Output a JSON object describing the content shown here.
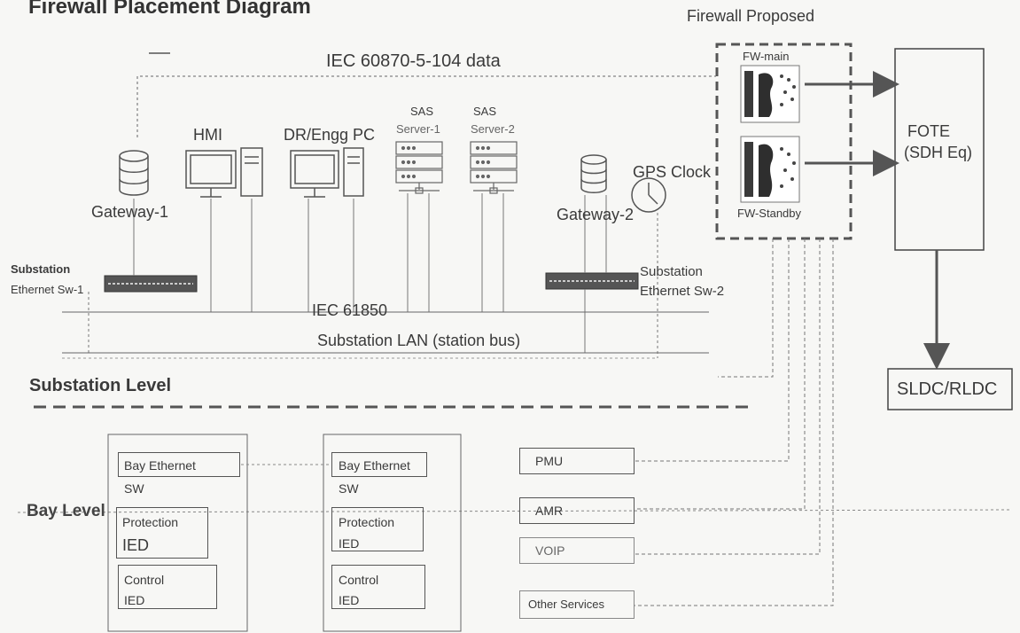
{
  "title": "Firewall Placement Diagram",
  "firewall": {
    "proposed_label": "Firewall Proposed",
    "main_label": "FW-main",
    "standby_label": "FW-Standby"
  },
  "protocol_label": "IEC 60870-5-104 data",
  "fote": {
    "line1": "FOTE",
    "line2": "(SDH Eq)"
  },
  "sldc_label": "SLDC/RLDC",
  "devices": {
    "gateway1": "Gateway-1",
    "hmi": "HMI",
    "dr_pc": "DR/Engg PC",
    "sas1_line1": "SAS",
    "sas1_line2": "Server-1",
    "sas2_line1": "SAS",
    "sas2_line2": "Server-2",
    "gateway2": "Gateway-2",
    "gps": "GPS Clock"
  },
  "switches": {
    "sw1_line1": "Substation",
    "sw1_line2": "Ethernet Sw-1",
    "sw2_line1": "Substation",
    "sw2_line2": "Ethernet Sw-2"
  },
  "lan": {
    "line1": "IEC 61850",
    "line2": "Substation LAN (station bus)"
  },
  "levels": {
    "substation": "Substation Level",
    "bay": "Bay Level"
  },
  "bay1": {
    "eth1": "Bay Ethernet",
    "eth2": "SW",
    "prot1": "Protection",
    "prot2": "IED",
    "ctrl1": "Control",
    "ctrl2": "IED"
  },
  "bay2": {
    "eth1": "Bay Ethernet",
    "eth2": "SW",
    "prot1": "Protection",
    "prot2": "IED",
    "ctrl1": "Control",
    "ctrl2": "IED"
  },
  "services": {
    "pmu": "PMU",
    "amr": "AMR",
    "voip": "VOIP",
    "other": "Other Services"
  }
}
